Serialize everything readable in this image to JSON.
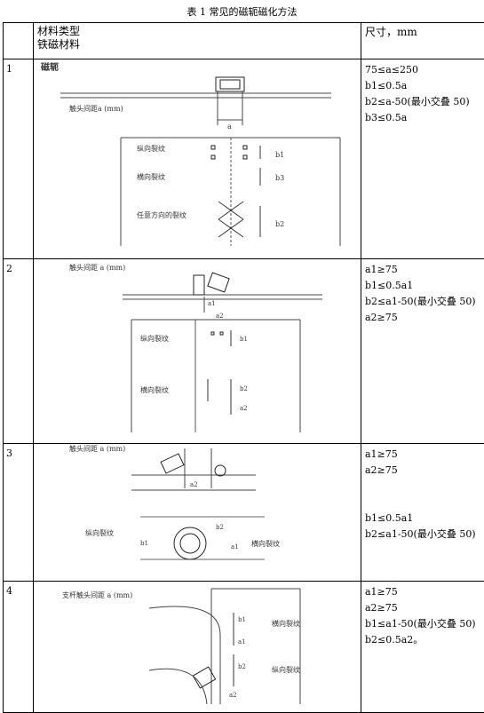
{
  "title": "表 1 常见的磁轭磁化方法",
  "header": {
    "col1": "",
    "col2_line1": "材料类型",
    "col2_line2": "铁磁材料",
    "col3": "尺寸，mm"
  },
  "rows": [
    {
      "num": "1",
      "label": "磁轭",
      "fig_label": "触头间距a (mm)",
      "a_mark": "a",
      "cracks": [
        "纵向裂纹",
        "横向裂纹",
        "任意方向的裂纹"
      ],
      "b_marks": [
        "b1",
        "b2",
        "b3"
      ],
      "specs": [
        "75≤a≤250",
        "b1≤0.5a",
        "b2≤a-50(最小交叠 50)",
        "b3≤0.5a"
      ]
    },
    {
      "num": "2",
      "fig_label": "触头间距 a (mm)",
      "a_marks": [
        "a1",
        "a2"
      ],
      "cracks": [
        "纵向裂纹",
        "横向裂纹"
      ],
      "b_marks": [
        "b1",
        "b2",
        "a2"
      ],
      "specs": [
        "a1≥75",
        "b1≤0.5a1",
        "b2≤a1-50(最小交叠 50)",
        "a2≥75"
      ]
    },
    {
      "num": "3",
      "fig_label": "触头间距 a (mm)",
      "a_marks": [
        "a1",
        "a2"
      ],
      "cracks": [
        "纵向裂纹",
        "横向裂纹"
      ],
      "b_marks": [
        "b1",
        "b2"
      ],
      "specs": [
        "a1≥75",
        "a2≥75",
        "",
        "",
        "b1≤0.5a1",
        "b2≤a1-50(最小交叠 50)"
      ]
    },
    {
      "num": "4",
      "fig_label": "支杆触头间距 a (mm)",
      "cracks": [
        "横向裂纹",
        "纵向裂纹"
      ],
      "b_marks": [
        "b1",
        "a1",
        "b2",
        "a2"
      ],
      "specs": [
        "a1≥75",
        "a2≥75",
        "b1≤a1-50(最小交叠 50)",
        "b2≤0.5a2。"
      ]
    }
  ]
}
